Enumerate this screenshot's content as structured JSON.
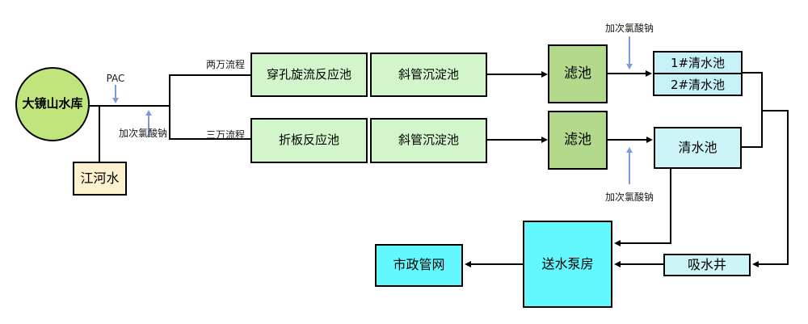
{
  "diagram": {
    "type": "water-treatment-process-flowchart",
    "nodes": {
      "reservoir": {
        "label": "大镜山水库",
        "fill": "#c0e57c"
      },
      "river_water": {
        "label": "江河水",
        "fill": "#fcf2cd"
      },
      "perforated_swirl_reaction_tank": {
        "label": "穿孔旋流反应池",
        "fill": "#d3f5cb"
      },
      "inclined_tube_sedimentation_tank_1": {
        "label": "斜管沉淀池",
        "fill": "#d3f5cb"
      },
      "folded_plate_reaction_tank": {
        "label": "折板反应池",
        "fill": "#d3f5cb"
      },
      "inclined_tube_sedimentation_tank_2": {
        "label": "斜管沉淀池",
        "fill": "#d3f5cb"
      },
      "filter_tank_1": {
        "label": "滤池",
        "fill": "#b3d98c"
      },
      "filter_tank_2": {
        "label": "滤池",
        "fill": "#b3d98c"
      },
      "clear_water_tank_1": {
        "label": "1#清水池",
        "fill": "#c6f2f7"
      },
      "clear_water_tank_2": {
        "label": "2#清水池",
        "fill": "#c6f2f7"
      },
      "clear_water_tank": {
        "label": "清水池",
        "fill": "#cdf5f8"
      },
      "suction_well": {
        "label": "吸水井",
        "fill": "#cdf4f9"
      },
      "water_pump_house": {
        "label": "送水泵房",
        "fill": "#63f8fd"
      },
      "municipal_pipe_network": {
        "label": "市政管网",
        "fill": "#63f8fd"
      }
    },
    "annotations": {
      "pac": "PAC",
      "sodium_hypochlorite_left": "加次氯酸钠",
      "sodium_hypochlorite_top_right": "加次氯酸钠",
      "sodium_hypochlorite_bottom_right": "加次氯酸钠",
      "process_line_20k": "两万流程",
      "process_line_30k": "三万流程"
    },
    "colors": {
      "flow_line": "#000000",
      "dosing_arrow": "#7d9ce0",
      "node_border": "#000000",
      "background": "#ffffff"
    }
  }
}
